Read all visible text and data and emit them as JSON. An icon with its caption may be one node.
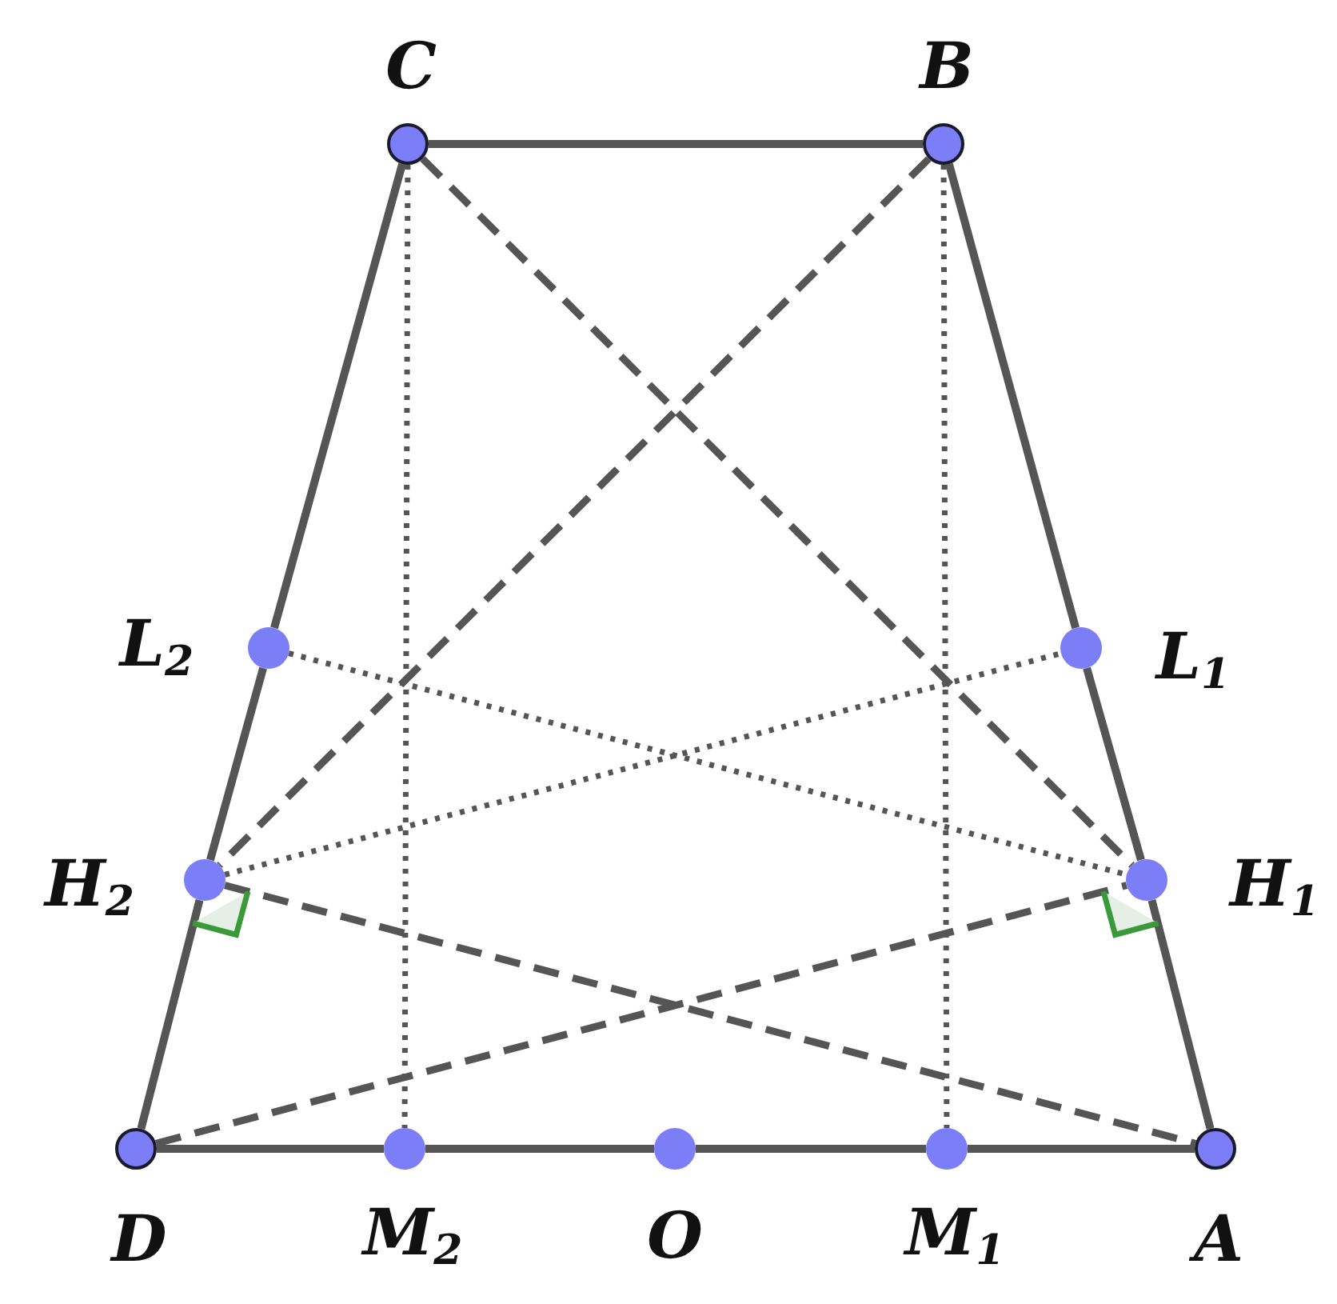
{
  "diagram": {
    "nodes": [
      {
        "text": [
          "C"
        ]
      },
      {
        "text": [
          "B"
        ]
      },
      {
        "text": [
          "L$_{2}$"
        ]
      },
      {
        "text": [
          "L$_{1}$"
        ]
      },
      {
        "text": [
          "H$_{2}$"
        ]
      },
      {
        "text": [
          "H$_{1}$"
        ]
      },
      {
        "text": [
          "D"
        ]
      },
      {
        "text": [
          "M$_{2}$"
        ]
      },
      {
        "text": [
          "O"
        ]
      },
      {
        "text": [
          "M$_{1}$"
        ]
      },
      {
        "text": [
          "A"
        ]
      }
    ],
    "edges": [
      {
        "from": 0,
        "to": 1,
        "arrow": "none"
      },
      {
        "from": 0,
        "to": 2,
        "arrow": "none"
      },
      {
        "from": 2,
        "to": 4,
        "arrow": "none"
      },
      {
        "from": 4,
        "to": 6,
        "arrow": "none"
      },
      {
        "from": 1,
        "to": 3,
        "arrow": "none"
      },
      {
        "from": 3,
        "to": 5,
        "arrow": "none"
      },
      {
        "from": 5,
        "to": 10,
        "arrow": "none"
      },
      {
        "from": 6,
        "to": 7,
        "arrow": "none"
      },
      {
        "from": 7,
        "to": 8,
        "arrow": "none"
      },
      {
        "from": 8,
        "to": 9,
        "arrow": "none"
      },
      {
        "from": 9,
        "to": 10,
        "arrow": "none"
      },
      {
        "from": 0,
        "to": 5,
        "arrow": "none",
        "style": "dashed"
      },
      {
        "from": 1,
        "to": 4,
        "arrow": "none",
        "style": "dashed"
      },
      {
        "from": 4,
        "to": 10,
        "arrow": "none",
        "style": "dashed"
      },
      {
        "from": 6,
        "to": 5,
        "arrow": "none",
        "style": "dashed"
      },
      {
        "from": 0,
        "to": 7,
        "arrow": "none",
        "style": "dashed"
      },
      {
        "from": 1,
        "to": 9,
        "arrow": "none",
        "style": "dashed"
      },
      {
        "from": 2,
        "to": 5,
        "arrow": "none",
        "style": "dashed"
      },
      {
        "from": 4,
        "to": 3,
        "arrow": "none",
        "style": "dashed"
      }
    ]
  }
}
